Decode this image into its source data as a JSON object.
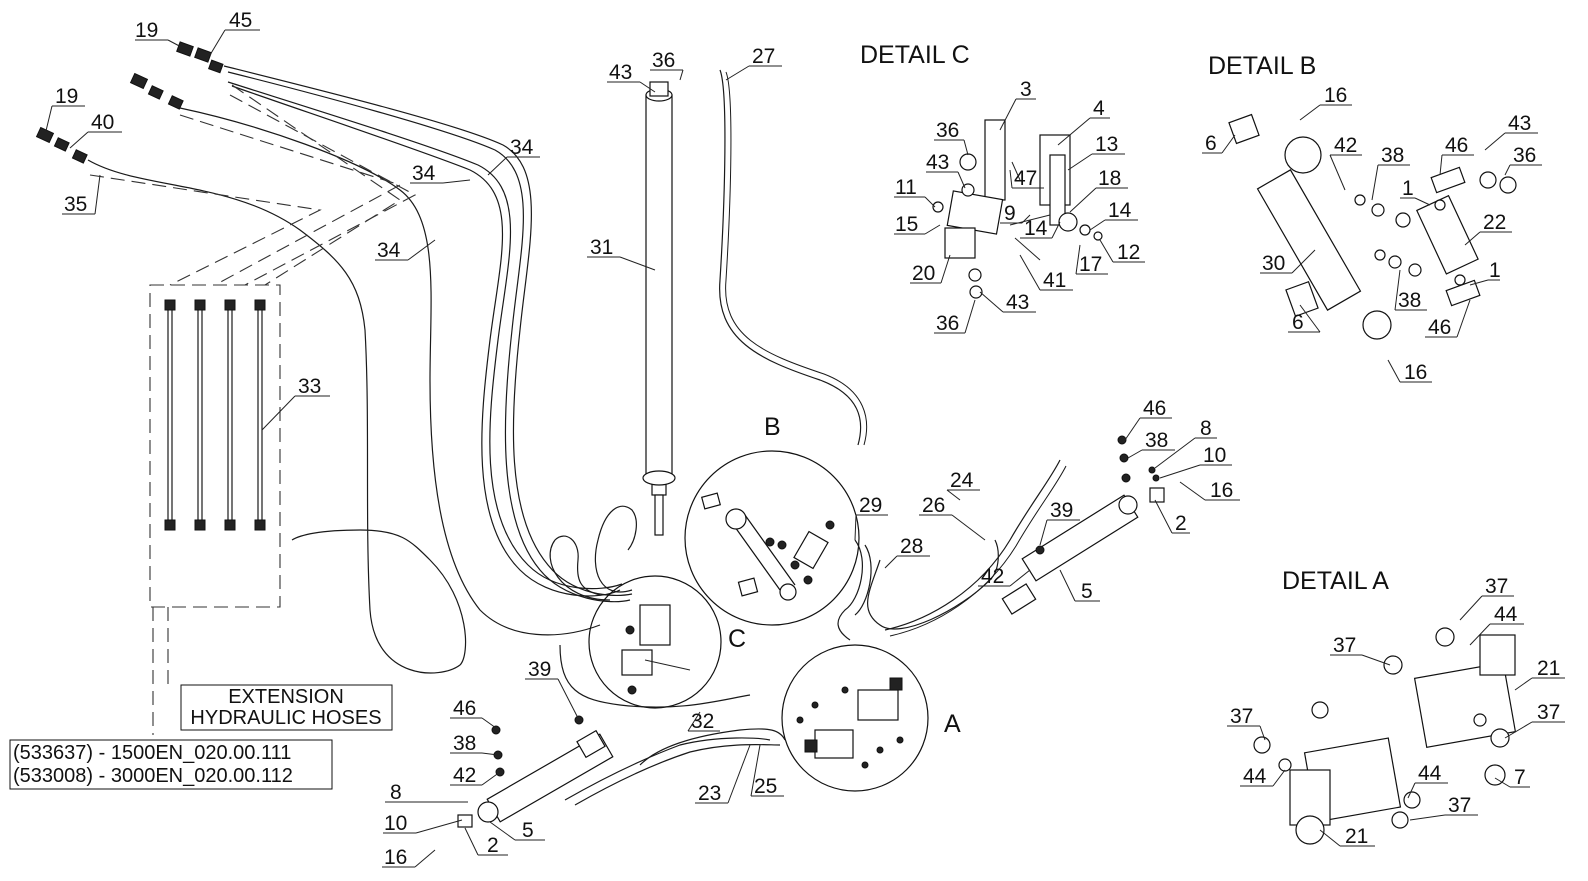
{
  "titles": {
    "detail_a": "DETAIL A",
    "detail_b": "DETAIL B",
    "detail_c": "DETAIL C",
    "callout_a": "A",
    "callout_b": "B",
    "callout_c": "C"
  },
  "extension_box": {
    "line1": "EXTENSION",
    "line2": "HYDRAULIC HOSES"
  },
  "part_numbers": {
    "line1": "(533637) - 1500EN_020.00.111",
    "line2": "(533008) - 3000EN_020.00.112"
  },
  "labels": {
    "l19a": "19",
    "l45": "45",
    "l19b": "19",
    "l40": "40",
    "l35": "35",
    "l34a": "34",
    "l34b": "34",
    "l34c": "34",
    "l33": "33",
    "l43a": "43",
    "l36a": "36",
    "l27": "27",
    "l31": "31",
    "c3": "3",
    "c4": "4",
    "c36a": "36",
    "c13": "13",
    "c43a": "43",
    "c47": "47",
    "c18": "18",
    "c11": "11",
    "c9": "9",
    "c14a": "14",
    "c14b": "14",
    "c15": "15",
    "c20": "20",
    "c17": "17",
    "c12": "12",
    "c41": "41",
    "c43b": "43",
    "c36b": "36",
    "b16a": "16",
    "b6a": "6",
    "b42": "42",
    "b38a": "38",
    "b46a": "46",
    "b43": "43",
    "b36": "36",
    "b1a": "1",
    "b22": "22",
    "b30": "30",
    "b1b": "1",
    "b38b": "38",
    "b6b": "6",
    "b46b": "46",
    "b16b": "16",
    "r46": "46",
    "r38": "38",
    "r8": "8",
    "r10": "10",
    "r16": "16",
    "r24": "24",
    "r26": "26",
    "r39": "39",
    "r2": "2",
    "r29": "29",
    "r28": "28",
    "r42": "42",
    "r5": "5",
    "a37a": "37",
    "a44a": "44",
    "a37b": "37",
    "a21a": "21",
    "a37c": "37",
    "a37d": "37",
    "a44b": "44",
    "a44c": "44",
    "a7": "7",
    "a37e": "37",
    "a21b": "21",
    "lo39": "39",
    "lo46": "46",
    "lo38": "38",
    "lo42": "42",
    "lo32": "32",
    "lo8": "8",
    "lo10": "10",
    "lo5": "5",
    "lo16": "16",
    "lo2": "2",
    "lo23": "23",
    "lo25": "25"
  }
}
